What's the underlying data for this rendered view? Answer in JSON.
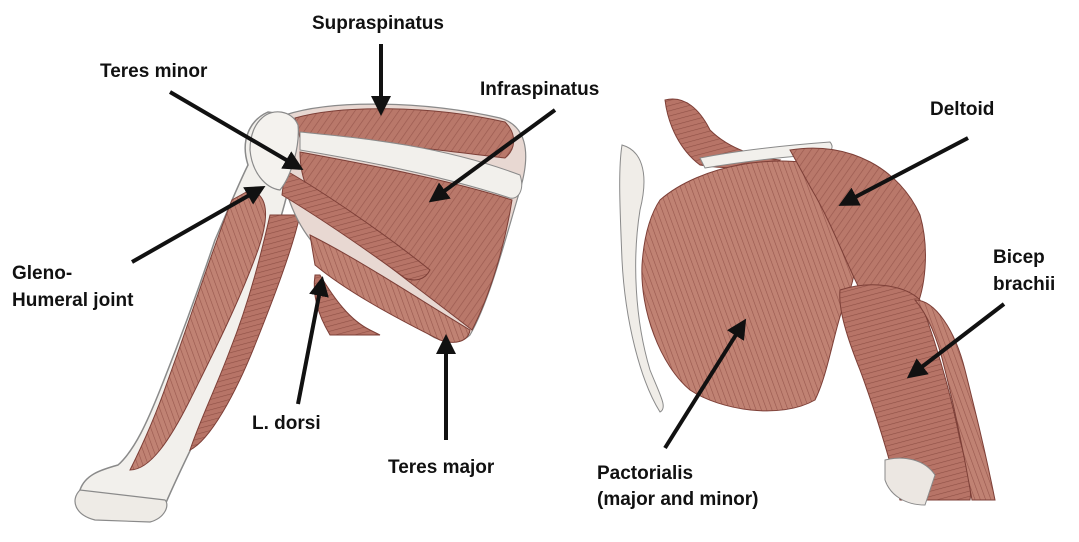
{
  "figure": {
    "colors": {
      "muscle": "#b9786a",
      "muscle_dark": "#8e4f45",
      "muscle_light": "#d9a79a",
      "bone": "#f2f0ec",
      "bone_outline": "#8a8a8a",
      "arrow": "#111111"
    },
    "labels": {
      "supraspinatus": "Supraspinatus",
      "teres_minor": "Teres minor",
      "infraspinatus": "Infraspinatus",
      "gleno_humeral_line1": "Gleno-",
      "gleno_humeral_line2": "Humeral joint",
      "l_dorsi": "L. dorsi",
      "teres_major": "Teres major",
      "deltoid": "Deltoid",
      "bicep_line1": "Bicep",
      "bicep_line2": "brachii",
      "pectoralis_line1": "Pactorialis",
      "pectoralis_line2": "(major and minor)"
    }
  }
}
